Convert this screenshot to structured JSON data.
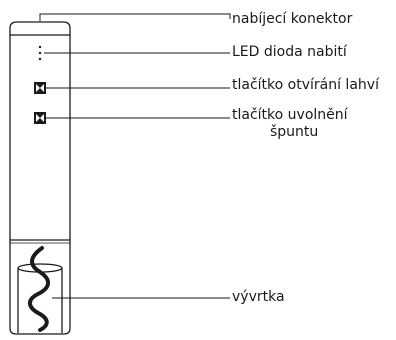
{
  "labels": {
    "connector": "nabíjecí konektor",
    "led": "LED dioda nabití",
    "open_button": "tlačítko otvírání lahví",
    "release_button_line1": "tlačítko uvolnění",
    "release_button_line2": "špuntu",
    "corkscrew": "vývrtka"
  },
  "icons": {
    "open_button": "bowtie-button-icon",
    "release_button": "bowtie-button-icon",
    "led": "dotted-led-icon",
    "corkscrew": "spiral-screw-icon"
  },
  "colors": {
    "stroke": "#1a1a1a",
    "background": "#ffffff"
  }
}
